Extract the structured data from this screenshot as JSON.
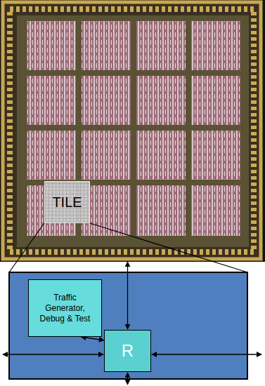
{
  "diagram": {
    "nodes": [
      {
        "text": [
          "TILE"
        ]
      },
      {
        "text": [
          "Traffic Generator, Debug & Test"
        ]
      },
      {
        "text": [
          "R"
        ]
      }
    ],
    "edges": [
      {
        "from": 1,
        "to": 2,
        "arrow": "both"
      }
    ]
  }
}
